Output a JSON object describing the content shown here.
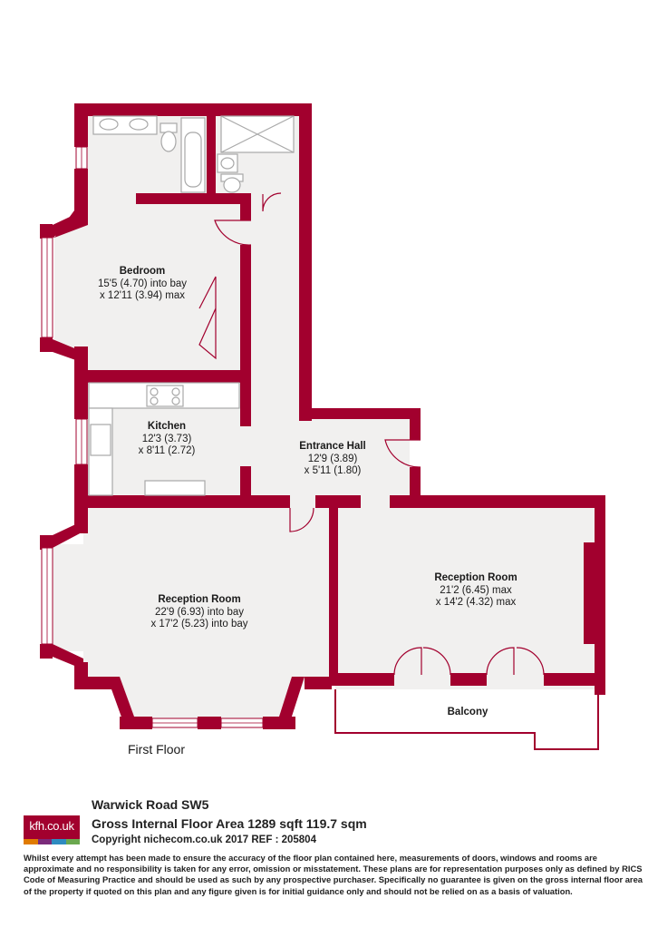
{
  "colors": {
    "wall": "#a2002e",
    "floor": "#f1f0ef",
    "fixture": "#b8b8b8"
  },
  "rooms": {
    "bedroom": {
      "name": "Bedroom",
      "dim1": "15'5 (4.70) into bay",
      "dim2": "x 12'11 (3.94) max"
    },
    "kitchen": {
      "name": "Kitchen",
      "dim1": "12'3 (3.73)",
      "dim2": "x 8'11 (2.72)"
    },
    "entrance_hall": {
      "name": "Entrance Hall",
      "dim1": "12'9 (3.89)",
      "dim2": "x 5'11 (1.80)"
    },
    "reception_left": {
      "name": "Reception Room",
      "dim1": "22'9 (6.93) into bay",
      "dim2": "x 17'2 (5.23) into bay"
    },
    "reception_right": {
      "name": "Reception Room",
      "dim1": "21'2 (6.45) max",
      "dim2": "x 14'2 (4.32) max"
    },
    "balcony": {
      "name": "Balcony"
    }
  },
  "floor_label": "First Floor",
  "logo": {
    "text": "kfh.co.uk",
    "bar_colors": [
      "#e07b00",
      "#7a2a7a",
      "#2e8bc0",
      "#6aa84f"
    ]
  },
  "footer": {
    "address": "Warwick Road SW5",
    "area": "Gross Internal Floor Area 1289 sqft 119.7 sqm",
    "copyright": "Copyright nichecom.co.uk 2017 REF : 205804",
    "disclaimer": "Whilst every attempt has been made to ensure the accuracy of the floor plan contained here, measurements of doors, windows and rooms are approximate and no responsibility is taken for any error, omission or misstatement.  These plans are for representation purposes only as defined by RICS Code of Measuring Practice and should be used as such by any prospective purchaser.  Specifically no guarantee is given on the gross internal floor area of the property if quoted on this plan and any figure given is for initial guidance only and should not be relied on as a basis of valuation."
  }
}
